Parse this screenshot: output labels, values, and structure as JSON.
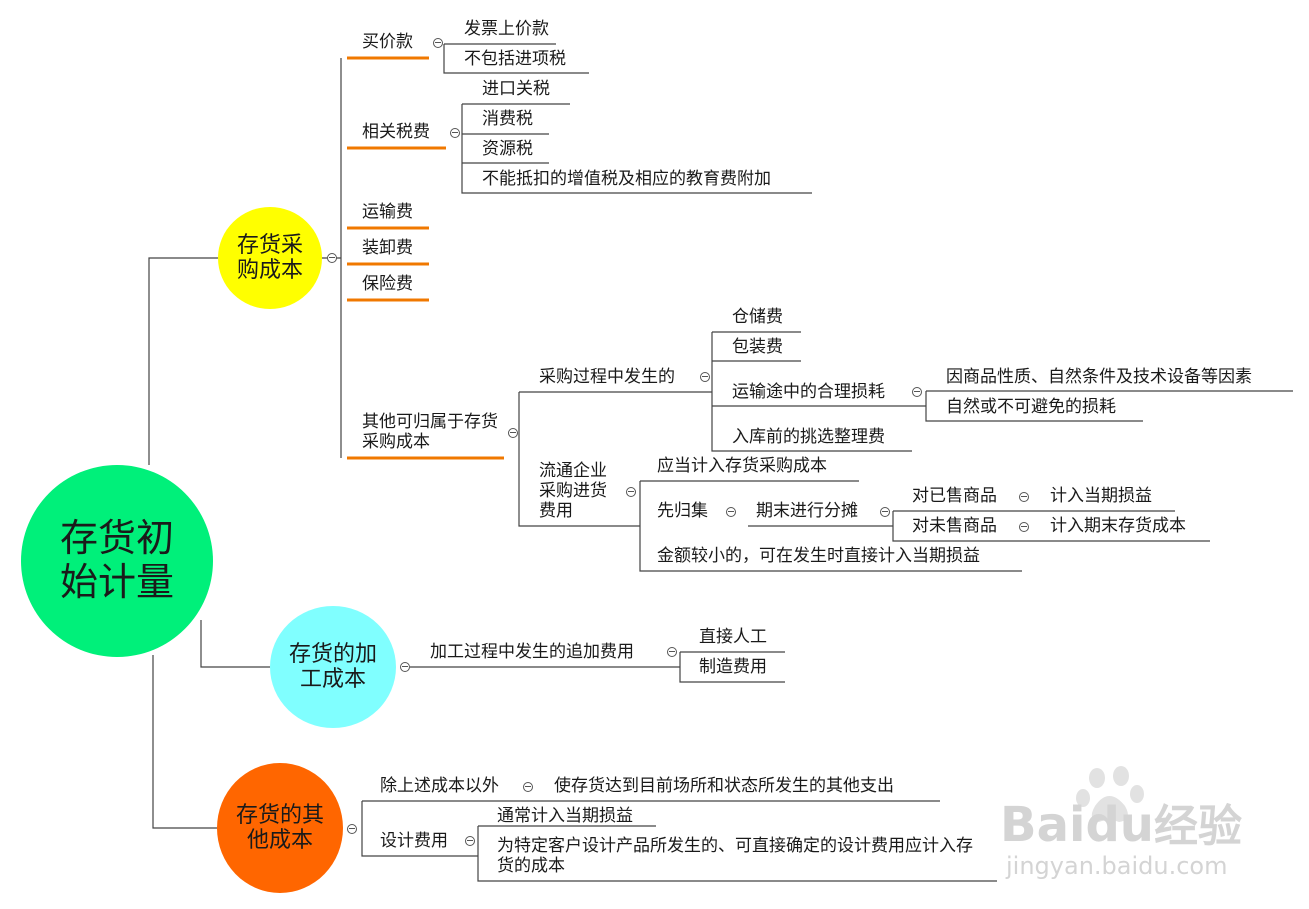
{
  "root": {
    "label": "存货初始计量",
    "color": "#00f07a"
  },
  "branches": {
    "purchase": {
      "label": "存货采购成本",
      "color": "#ffff00",
      "items": {
        "price": {
          "label": "买价款",
          "children": [
            "发票上价款",
            "不包括进项税"
          ]
        },
        "taxes": {
          "label": "相关税费",
          "children": [
            "进口关税",
            "消费税",
            "资源税",
            "不能抵扣的增值税及相应的教育费附加"
          ]
        },
        "freight": {
          "label": "运输费"
        },
        "handling": {
          "label": "装卸费"
        },
        "insurance": {
          "label": "保险费"
        },
        "other": {
          "label": "其他可归属于存货采购成本",
          "process": {
            "label": "采购过程中发生的",
            "children": [
              "仓储费",
              "包装费",
              "运输途中的合理损耗",
              "入库前的挑选整理费"
            ],
            "loss_reasons": [
              "因商品性质、自然条件及技术设备等因素",
              "自然或不可避免的损耗"
            ]
          },
          "distribution": {
            "label": "流通企业采购进货费用",
            "include": "应当计入存货采购成本",
            "collect": "先归集",
            "allocate": "期末进行分摊",
            "sold": "对已售商品",
            "sold_result": "计入当期损益",
            "unsold": "对未售商品",
            "unsold_result": "计入期末存货成本",
            "small": "金额较小的，可在发生时直接计入当期损益"
          }
        }
      }
    },
    "processing": {
      "label": "存货的加工成本",
      "color": "#80ffff",
      "item": "加工过程中发生的追加费用",
      "children": [
        "直接人工",
        "制造费用"
      ]
    },
    "other_cost": {
      "label": "存货的其他成本",
      "color": "#ff6600",
      "except": "除上述成本以外",
      "except_detail": "使存货达到目前场所和状态所发生的其他支出",
      "design": "设计费用",
      "design_children": [
        "通常计入当期损益",
        "为特定客户设计产品所发生的、可直接确定的设计费用应计入存货的成本"
      ]
    }
  },
  "watermark": {
    "brand": "Bai",
    "brand2": "du",
    "brand_cn": "经验",
    "url": "jingyan.baidu.com"
  }
}
